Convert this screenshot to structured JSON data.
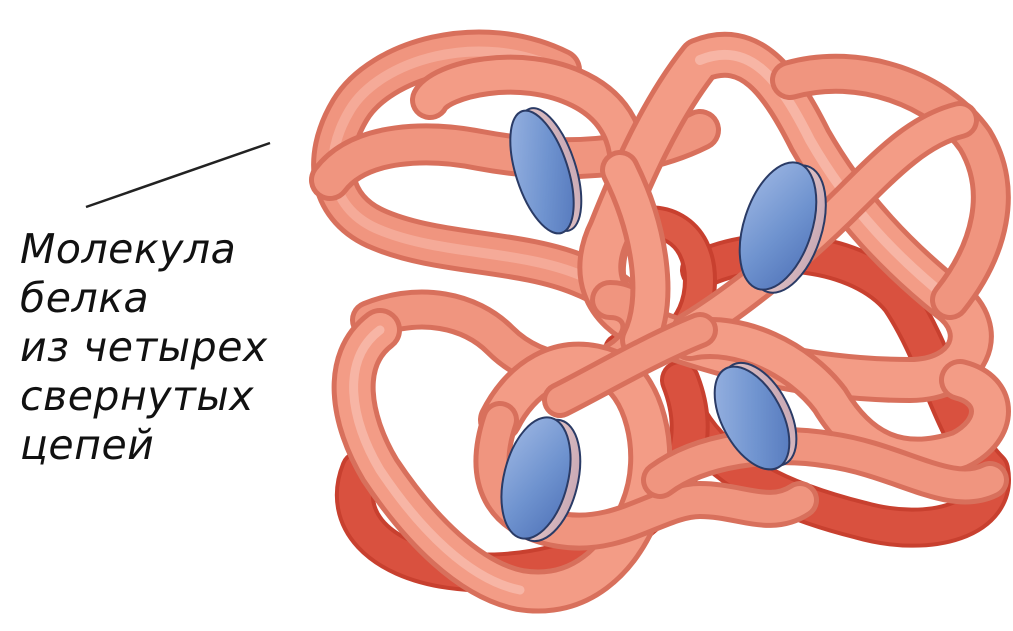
{
  "label": {
    "lines": [
      "Молекула",
      "белка",
      "из четырех",
      "свернутых",
      "цепей"
    ]
  },
  "colors": {
    "chain_light": "#f2a08c",
    "chain_mid": "#e9826a",
    "chain_dark": "#d9513f",
    "heme_blue": "#6f93cf"
  },
  "figure": {
    "heme_groups": 4,
    "protein_chains": 4
  }
}
